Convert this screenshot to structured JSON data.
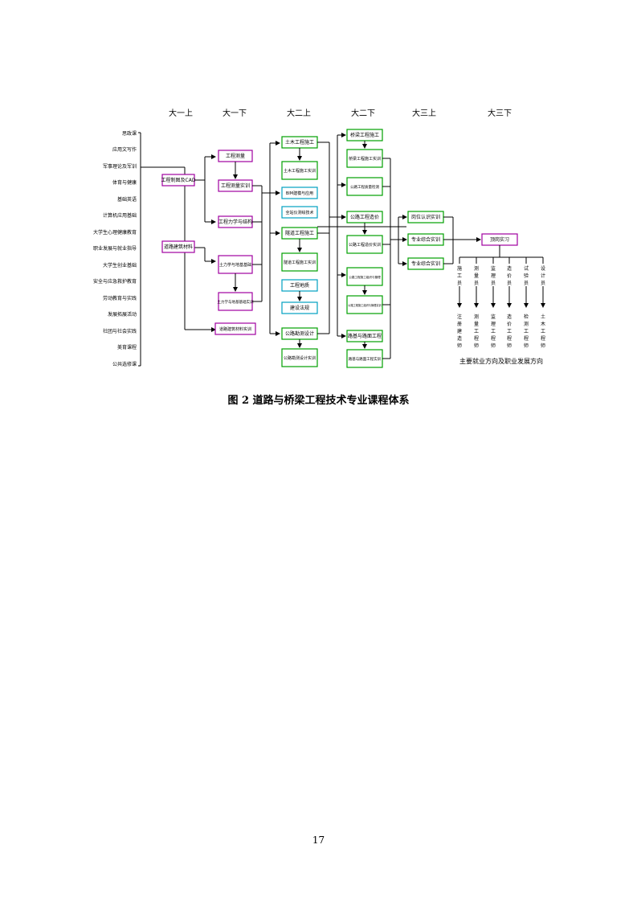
{
  "colors": {
    "purple": "#a000a0",
    "green": "#00a000",
    "cyan": "#00a0c0",
    "line": "#000000"
  },
  "semesters": [
    "大一上",
    "大一下",
    "大二上",
    "大二下",
    "大三上",
    "大三下"
  ],
  "left_courses": [
    "思政课",
    "应用文写作",
    "军事理论及军训",
    "体育与健康",
    "基础英语",
    "计算机应用基础",
    "大学生心理健康教育",
    "职业发展与就业指导",
    "大学生创业基础",
    "安全与应急救护教育",
    "劳动教育与实践",
    "发展拓展活动",
    "社团与社会实践",
    "美育课程",
    "公共选修课"
  ],
  "nodes": {
    "cad": "工程制图及CAD",
    "building_mat": "道路建筑材料",
    "survey": "工程测量",
    "survey_train": "工程测量实训",
    "mechanics": "工程力学与结构",
    "soil": "土力学与地基基础",
    "soil_train": "土力学与地基基础实训",
    "mat_train": "道路建筑材料实训",
    "civil_const": "土木工程施工",
    "civil_train": "土木工程施工实训",
    "bim": "BIM建模与应用",
    "gps": "全站仪测绘技术",
    "tunnel": "隧道工程施工",
    "tunnel_train": "隧道工程施工实训",
    "geology": "工程地质",
    "law": "建设法规",
    "road_design": "公路勘测设计",
    "road_design_train": "公路勘测设计实训",
    "bridge": "桥梁工程施工",
    "bridge_train": "桥梁工程施工实训",
    "quality": "公路工程质量检测",
    "cost": "公路工程造价",
    "cost_train": "公路工程造价实训",
    "org": "公路工程施工组织与管理",
    "org_train": "公路工程施工组织与管理实训",
    "pavement": "路基与路面工程",
    "pavement_train": "路基与路面工程实训",
    "cognition": "岗位认识实训",
    "specialty": "专业综合实训",
    "comprehensive": "专业综合实训",
    "internship": "顶岗实习"
  },
  "careers": {
    "top": [
      "施工员",
      "测量员",
      "监理员",
      "造价员",
      "试验员",
      "设计员"
    ],
    "bottom": [
      "注册建造师",
      "测量工程师",
      "监理工程师",
      "造价工程师",
      "检测工程师",
      "土木工程师"
    ]
  },
  "career_title": "主要就业方向及职业发展方向",
  "caption": "图 2  道路与桥梁工程技术专业课程体系",
  "page_number": "17"
}
